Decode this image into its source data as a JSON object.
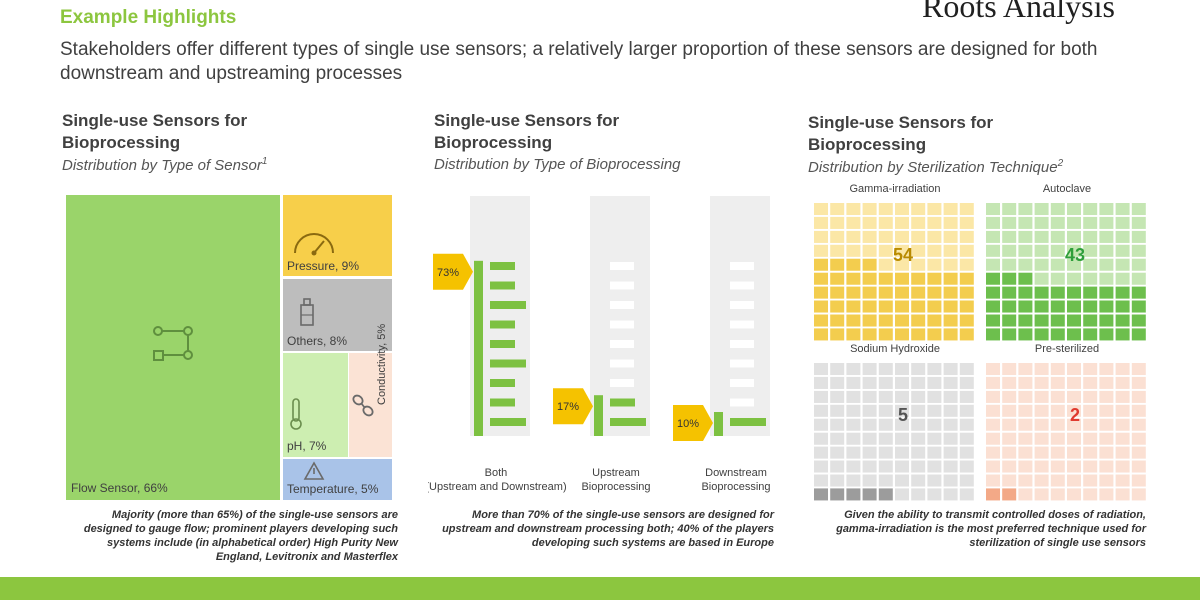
{
  "header": {
    "eyebrow": "Example Highlights",
    "brand": "Roots Analysis",
    "subtitle": "Stakeholders offer different types of single use sensors; a relatively larger proportion of these sensors are designed for both downstream and upstreaming processes"
  },
  "colors": {
    "accent_green": "#8cc63f",
    "flow": "#9ad46a",
    "pressure": "#f7cf4a",
    "others": "#bdbdbd",
    "ph": "#cdeeb1",
    "conductivity": "#fbe3d5",
    "temperature": "#a9c3e8",
    "bar_green": "#7dc142",
    "bar_bg": "#eeeeee",
    "callout": "#f5c200",
    "gamma": "#f3cd4e",
    "autoclave": "#6dbf4d",
    "sodium": "#9c9c9c",
    "presterilized": "#f3a987",
    "autoclave_number": "#2e9e3a",
    "presterilized_number": "#e03a2f"
  },
  "panels": {
    "sensor_type": {
      "title": "Single-use Sensors for Bioprocessing",
      "subtitle": "Distribution by Type of Sensor",
      "subtitle_note": "1",
      "note": "Majority (more than 65%) of the single-use sensors are designed to gauge flow; prominent players developing such systems include (in alphabetical order) High Purity New England, Levitronix and Masterflex",
      "icons": {
        "flow": "flow-diagram-icon",
        "pressure": "pressure-gauge-icon",
        "others": "lab-bottle-icon",
        "ph": "thermometer-icon",
        "conductivity": "chain-link-icon",
        "temperature": "warning-icon"
      }
    },
    "bioprocessing": {
      "title": "Single-use Sensors for Bioprocessing",
      "subtitle": "Distribution by Type of Bioprocessing",
      "note": "More than 70% of the single-use sensors are designed for upstream and downstream processing both; 40% of the players developing such systems are based in Europe"
    },
    "sterilization": {
      "title": "Single-use Sensors for Bioprocessing",
      "subtitle": "Distribution by Sterilization Technique",
      "subtitle_note": "2",
      "note": "Given the ability to transmit controlled doses of radiation, gamma-irradiation is the most preferred technique used for sterilization of single use sensors"
    }
  },
  "chart_data": [
    {
      "type": "treemap",
      "title": "Single-use Sensors for Bioprocessing",
      "subtitle": "Distribution by Type of Sensor",
      "cells": [
        {
          "name": "Flow Sensor",
          "value": 66,
          "label": "Flow Sensor, 66%"
        },
        {
          "name": "Pressure",
          "value": 9,
          "label": "Pressure, 9%"
        },
        {
          "name": "Others",
          "value": 8,
          "label": "Others, 8%"
        },
        {
          "name": "pH",
          "value": 7,
          "label": "pH, 7%"
        },
        {
          "name": "Conductivity",
          "value": 5,
          "label": "Conductivity, 5%"
        },
        {
          "name": "Temperature",
          "value": 5,
          "label": "Temperature, 5%"
        }
      ]
    },
    {
      "type": "bar",
      "title": "Single-use Sensors for Bioprocessing",
      "subtitle": "Distribution by Type of Bioprocessing",
      "categories": [
        "Both (Upstream and Downstream)",
        "Upstream Bioprocessing",
        "Downstream Bioprocessing"
      ],
      "values": [
        73,
        17,
        10
      ],
      "value_labels": [
        "73%",
        "17%",
        "10%"
      ],
      "unit": "%"
    },
    {
      "type": "waffle",
      "title": "Single-use Sensors for Bioprocessing",
      "subtitle": "Distribution by Sterilization Technique",
      "grid_size": 100,
      "categories": [
        "Gamma-irradiation",
        "Autoclave",
        "Sodium Hydroxide",
        "Pre-sterilized"
      ],
      "values": [
        54,
        43,
        5,
        2
      ]
    }
  ]
}
